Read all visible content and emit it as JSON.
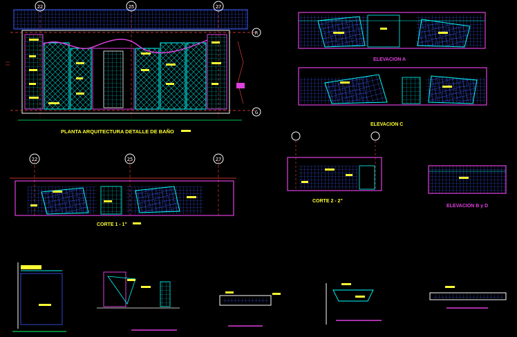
{
  "labels": {
    "planta": "PLANTA ARQUITECTURA DETALLE DE BAÑO",
    "corte11": "CORTE 1 - 1\"",
    "corte22": "CORTE 2 - 2\"",
    "elevA": "ELEVACION A",
    "elevC": "ELEVACION C",
    "elevBD": "ELEVACION B y D"
  },
  "axes": {
    "top": [
      "22",
      "25",
      "27"
    ],
    "corte": [
      "22",
      "25",
      "27"
    ],
    "right": [
      "R",
      "G"
    ]
  },
  "colors": {
    "cyan": "#00ffff",
    "magenta": "#e040e0",
    "yellow": "#ffff33",
    "blue": "#3d5cff",
    "green": "#33ff33",
    "white": "#ffffff"
  }
}
